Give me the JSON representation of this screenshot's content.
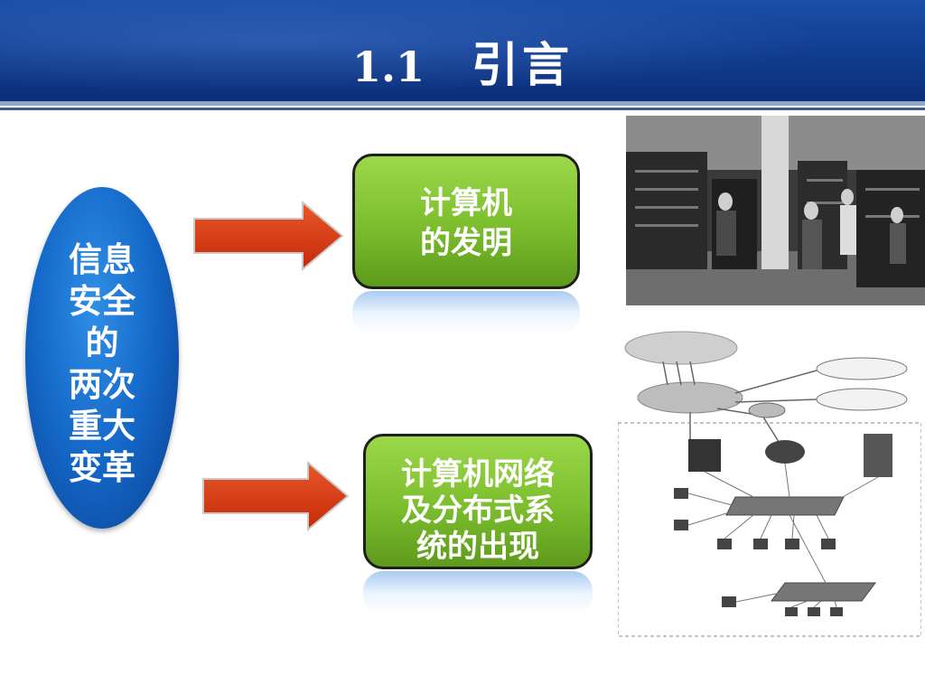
{
  "header": {
    "section_number": "1.1",
    "title": "引言"
  },
  "oval": {
    "lines": [
      "信息",
      "安全",
      "的",
      "两次",
      "重大",
      "变革"
    ]
  },
  "box_top": {
    "lines": [
      "计算机",
      "的发明"
    ]
  },
  "box_bottom": {
    "lines": [
      "计算机网络",
      "及分布式系",
      "统的出现"
    ]
  },
  "colors": {
    "header": "#123f93",
    "oval": "#1467c7",
    "box": "#7bbd2d",
    "arrow": "#d63a12"
  }
}
